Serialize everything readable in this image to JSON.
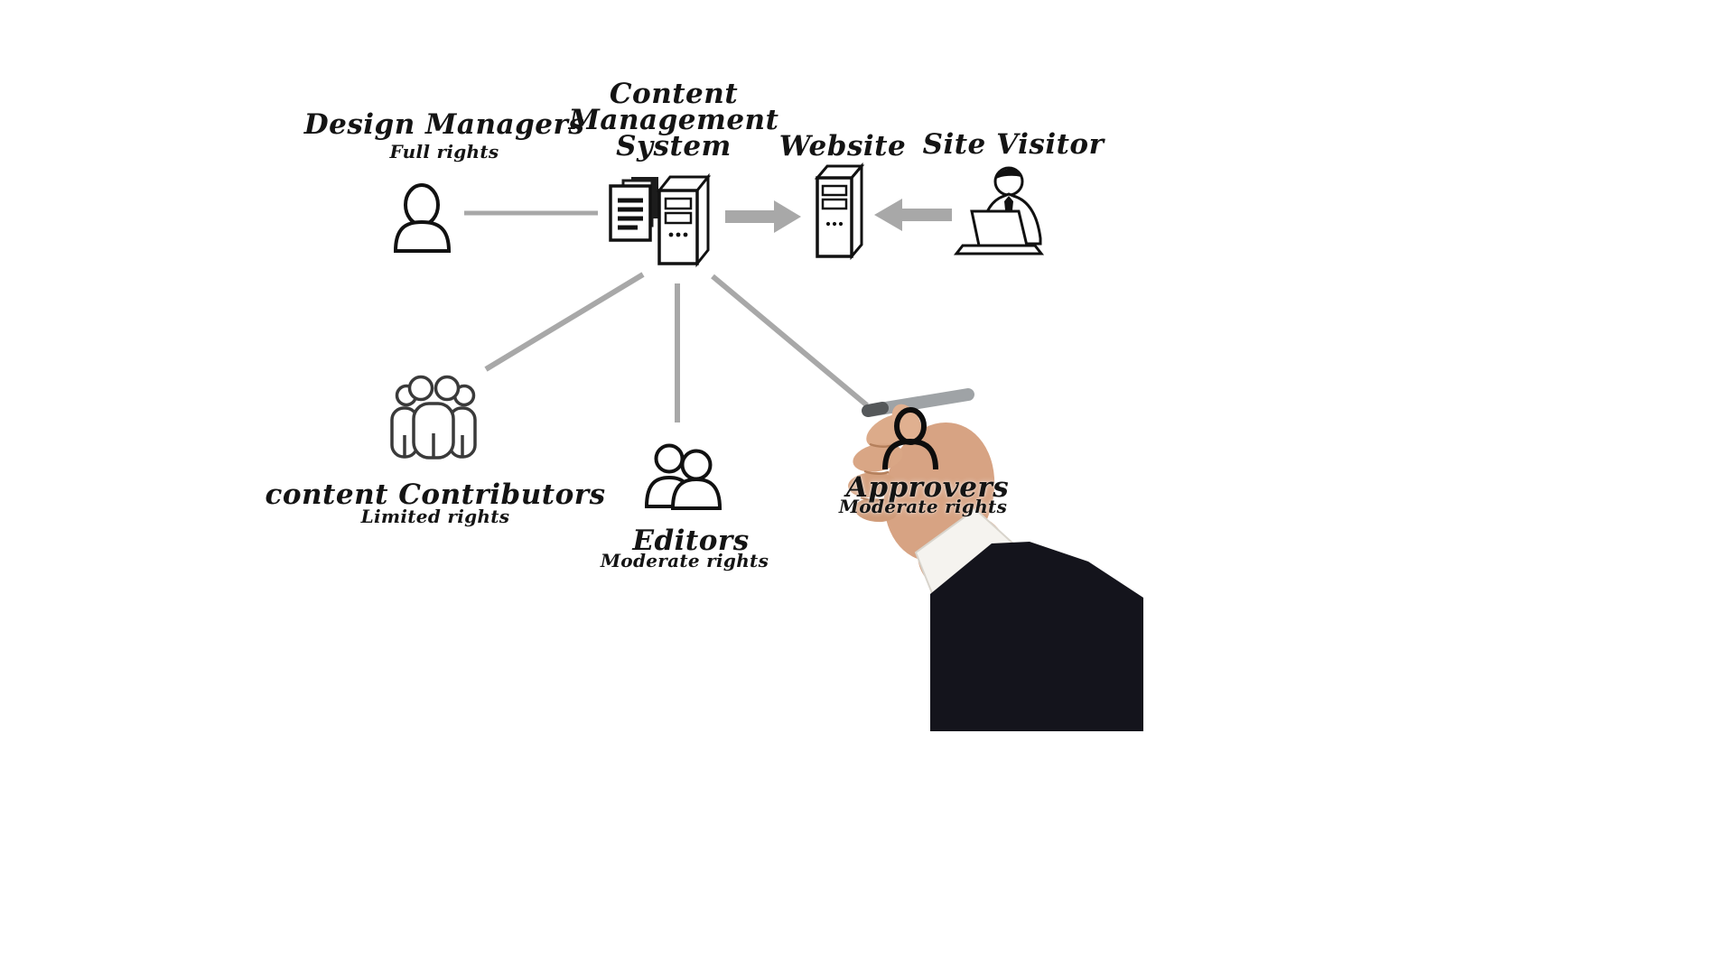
{
  "diagram": {
    "nodes": {
      "design_managers": {
        "label": "Design Managers",
        "rights": "Full rights"
      },
      "cms": {
        "line1": "Content",
        "line2": "Management",
        "line3": "System"
      },
      "website": {
        "label": "Website"
      },
      "site_visitor": {
        "label": "Site Visitor"
      },
      "content_contributors": {
        "label": "content Contributors",
        "rights": "Limited rights"
      },
      "editors": {
        "label": "Editors",
        "rights": "Moderate rights"
      },
      "approvers": {
        "label": "Approvers",
        "rights": "Moderate rights"
      }
    },
    "icons": {
      "design_managers": "person-icon",
      "cms": "documents-and-server-icon",
      "website": "server-tower-icon",
      "site_visitor": "person-at-laptop-icon",
      "content_contributors": "people-group-icon",
      "editors": "two-people-icon",
      "approvers": "person-outline-icon",
      "foreground": "hand-holding-pen"
    },
    "colors": {
      "background": "#ffffff",
      "connector": "#a8a8a8",
      "icon_stroke": "#111111",
      "suit": "#14141c",
      "shirt_cuff": "#f5f3ef",
      "skin": "#d7a383",
      "pen": "#9fa3a6"
    }
  }
}
